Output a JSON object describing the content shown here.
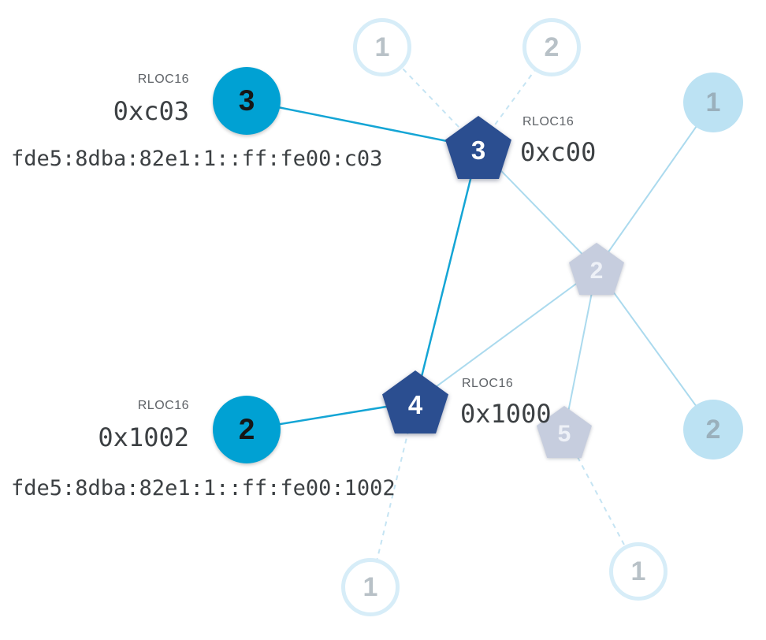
{
  "colors": {
    "teal": "#00a1d3",
    "navy_router": "#2b4e90",
    "faded_router": "#c6cdde",
    "pale_circle_fill": "#bce2f3",
    "pale_circle_stroke": "#d7edf8",
    "edge_teal": "#14a5d5",
    "edge_light": "#abdaee",
    "edge_dashed": "#c5e4f3"
  },
  "nodes": {
    "router3": {
      "label": "3"
    },
    "router4": {
      "label": "4"
    },
    "router2": {
      "label": "2"
    },
    "router5": {
      "label": "5"
    },
    "child3": {
      "label": "3"
    },
    "child2": {
      "label": "2"
    },
    "top1": {
      "label": "1"
    },
    "top2": {
      "label": "2"
    },
    "right1": {
      "label": "1"
    },
    "right2": {
      "label": "2"
    },
    "bottom1": {
      "label": "1"
    },
    "bottom2": {
      "label": "1"
    }
  },
  "labels": {
    "c03": {
      "title": "RLOC16",
      "value": "0xc03",
      "ipv6": "fde5:8dba:82e1:1::ff:fe00:c03"
    },
    "c00": {
      "title": "RLOC16",
      "value": "0xc00"
    },
    "x1002": {
      "title": "RLOC16",
      "value": "0x1002",
      "ipv6": "fde5:8dba:82e1:1::ff:fe00:1002"
    },
    "x1000": {
      "title": "RLOC16",
      "value": "0x1000"
    }
  }
}
